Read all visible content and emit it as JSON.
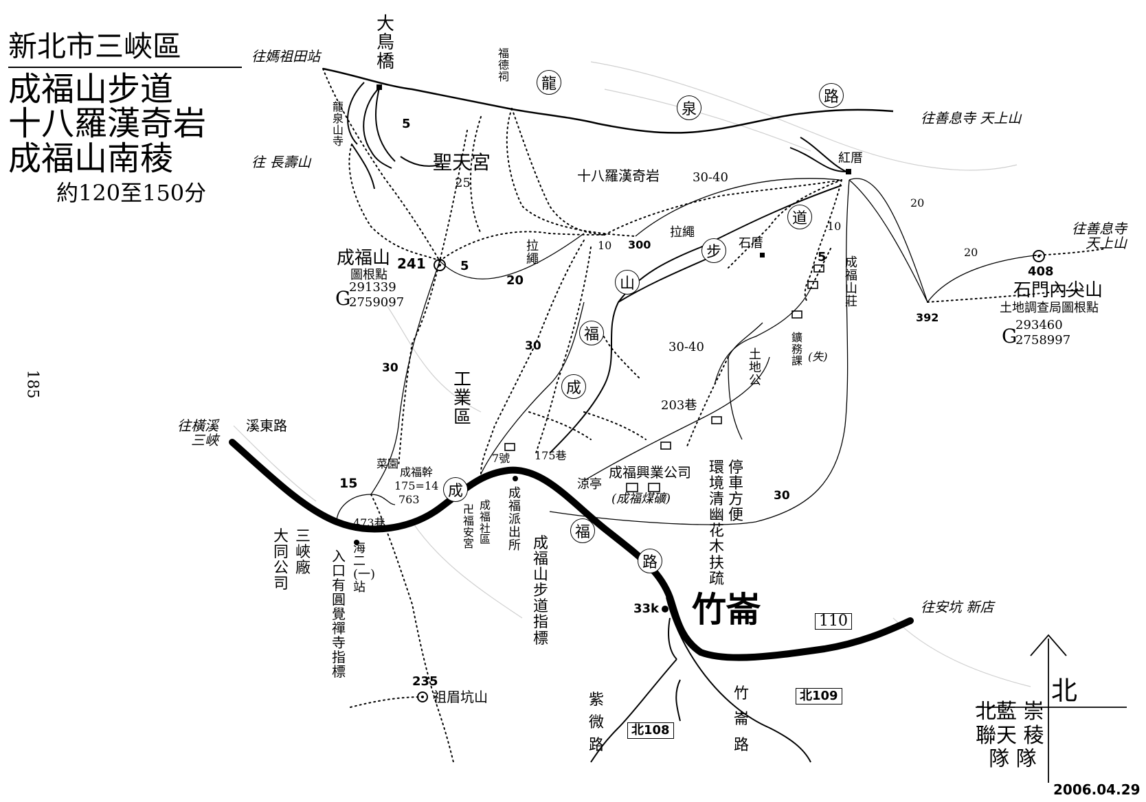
{
  "title": {
    "district": "新北市三峽區",
    "trails": [
      "成福山步道",
      "十八羅漢奇岩",
      "成福山南稜"
    ],
    "duration": "約120至150分"
  },
  "page_number": "185",
  "roads": {
    "longquan_road": [
      "龍",
      "泉",
      "路"
    ],
    "chengfu_trail": [
      "成",
      "福",
      "山",
      "步",
      "道"
    ],
    "chengfu_road": [
      "成",
      "福",
      "路"
    ],
    "xidong_road": "溪東路",
    "zhuweng_road": "竹\n崙\n路",
    "ziwei_road": "紫\n微\n路",
    "route_110": "110",
    "route_bei109": "北109",
    "route_bei108": "北108"
  },
  "directions": {
    "to_mazutian": "往媽祖田站",
    "to_changshou": "往 長壽山",
    "to_shanxi_temple": "往善息寺  天上山",
    "to_shanxi_temple2": "往善息寺\n天上山",
    "to_hengxi": "往橫溪\n三峽",
    "to_ankeng": "往安坑 新店"
  },
  "peaks": {
    "chengfu": {
      "name": "成福山",
      "elev": "241",
      "note": "圖根點",
      "g_label": "G",
      "g1": "291339",
      "g2": "2759097"
    },
    "shimen": {
      "name": "石門內尖山",
      "elev": "408",
      "note": "土地調查局圖根點",
      "g_label": "G",
      "g1": "293460",
      "g2": "2758997"
    },
    "zumei": {
      "name": "祖眉坑山",
      "elev": "235"
    },
    "point_392": "392",
    "point_300": "300"
  },
  "places": {
    "daniao_bridge": "大\n鳥\n橋",
    "longquan_temple": "龍\n泉\n山\n寺",
    "shengtian_temple": "聖天宮",
    "fude_shrine": "福\n德\n祠",
    "luohan_rocks": "十八羅漢奇岩",
    "hongcuo": "紅厝",
    "shicuo": "石厝",
    "chengfu_villa": "成\n福\n山\n莊",
    "mining_office": "鑛\n務\n課",
    "mining_note": "(失)",
    "tudigong": "土\n地\n公",
    "lane203": "203巷",
    "industrial": "工\n業\n區",
    "caiyuan": "菜園",
    "chengfu_company": "成福興業公司",
    "chengfu_mine": "(成福煤礦)",
    "pavilion": "涼亭",
    "lane473": "473巷",
    "hai_station": "海\n二\n(一)\n站",
    "sanxia_factory": "三\n峽\n廠",
    "datong": "大\n同\n公\n司",
    "yuanjue_sign": "入\n口\n有\n圓\n覺\n禪\n寺\n指\n標",
    "fuan_temple": "卍\n福\n安\n宮",
    "chengfu_community": "成\n福\n社\n區",
    "police": "成\n福\n派\n出\n所",
    "trail_sign": "成\n福\n山\n步\n道\n指\n標",
    "scenery1": "停\n車\n方\n便",
    "scenery2": "環\n境\n清\n幽\n花\n木\n扶\n疏",
    "zhuweng": "竹崙",
    "km33": "33k",
    "no7": "7號",
    "lane175": "175巷",
    "rope1": "拉\n繩",
    "rope2": "拉繩",
    "chengfu_xiang": "成福幹",
    "note175": "175=14",
    "note763": "763"
  },
  "times": {
    "t5a": "5",
    "t25": "25",
    "t5b": "5",
    "t20a": "20",
    "t10a": "10",
    "t30_40a": "30-40",
    "t10b": "10",
    "t5c": "5",
    "t20b": "20",
    "t20c": "20",
    "t30a": "30",
    "t30b": "30",
    "t30_40b": "30-40",
    "t15": "15",
    "t30c": "30"
  },
  "compass": "北",
  "signature": "北藍 崇\n聯天 稜\n  隊 隊",
  "date": "2006.04.29"
}
